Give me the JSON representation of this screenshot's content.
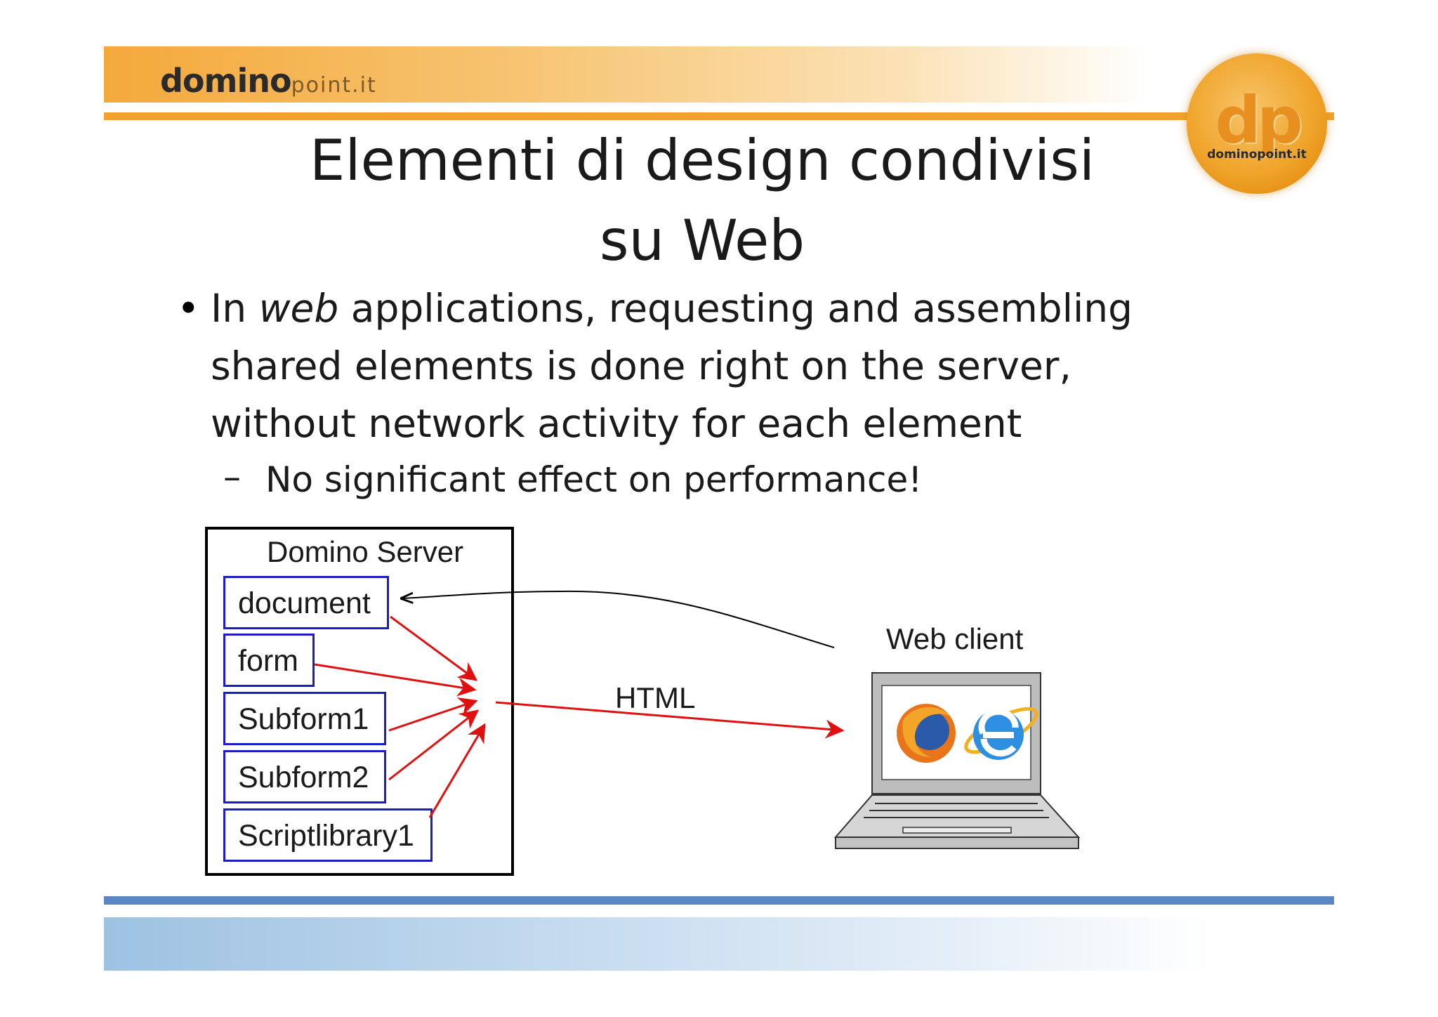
{
  "brand": {
    "name": "domino",
    "suffix": "point.it"
  },
  "logo": {
    "mark": "dp",
    "text": "dominopoint.it"
  },
  "title": {
    "line1": "Elementi di design condivisi",
    "line2": "su Web"
  },
  "bullets": {
    "main_pre": "In ",
    "main_emph": "web",
    "main_post": " applications, requesting and assembling shared elements is done right on the server, without network activity for each element",
    "sub": "No significant effect on performance!"
  },
  "diagram": {
    "server_label": "Domino Server",
    "elements": [
      "document",
      "form",
      "Subform1",
      "Subform2",
      "Scriptlibrary1"
    ],
    "connector_label": "HTML",
    "client_label": "Web client",
    "browser_icons": [
      "firefox-icon",
      "internet-explorer-icon"
    ],
    "colors": {
      "element_border": "#1d1dc4",
      "arrows": "#e01010",
      "return_arrow": "#000000"
    }
  },
  "theme": {
    "header": "#f2a12e",
    "footer": "#5a86c4"
  }
}
